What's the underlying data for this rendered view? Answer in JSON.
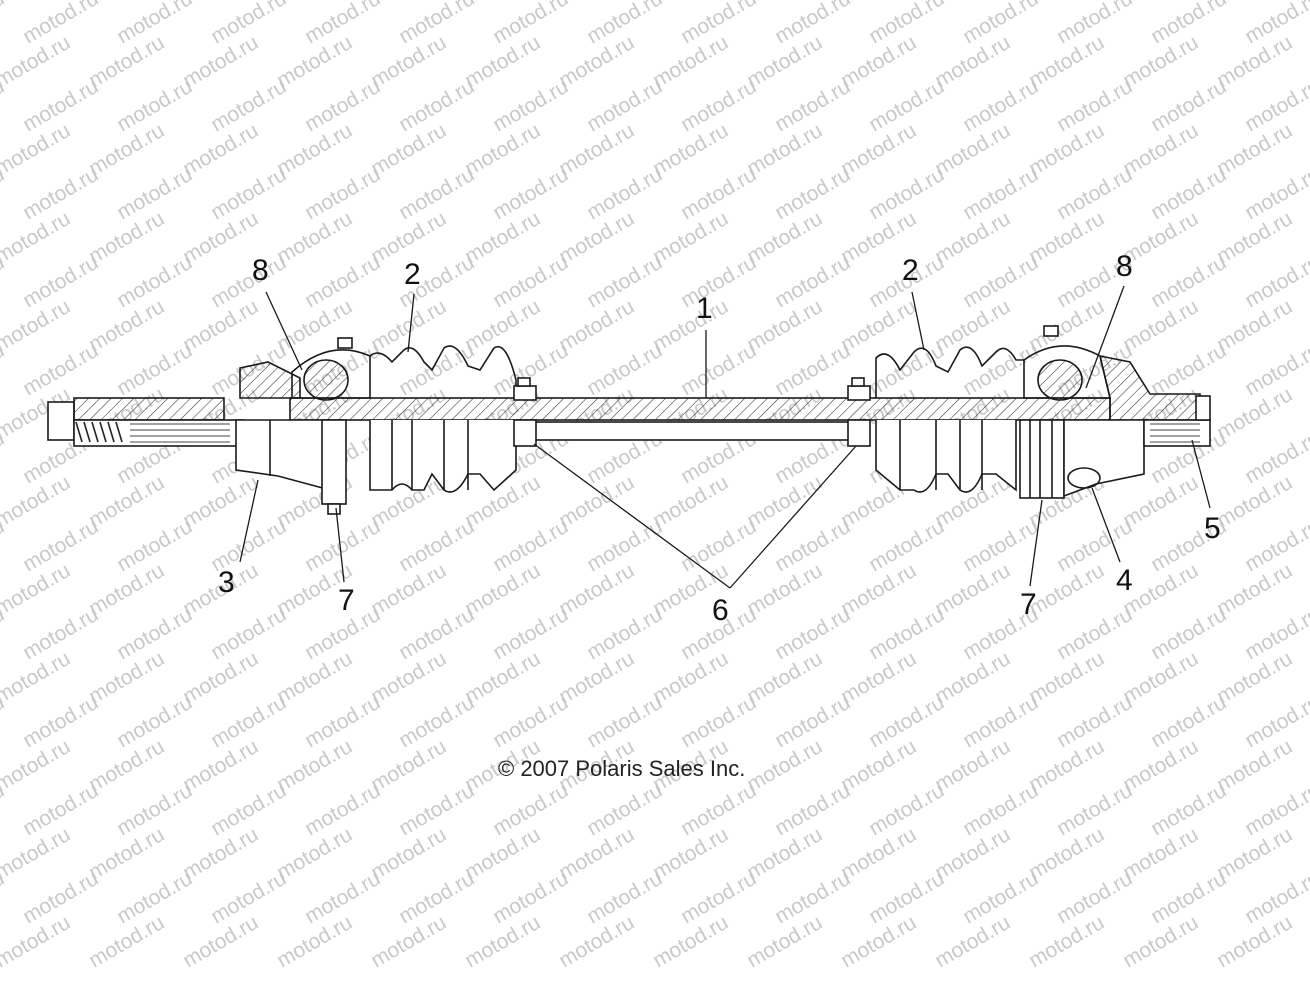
{
  "callouts": {
    "c1": "1",
    "c2_left": "2",
    "c2_right": "2",
    "c3": "3",
    "c4": "4",
    "c5": "5",
    "c6": "6",
    "c7_left": "7",
    "c7_right": "7",
    "c8_left": "8",
    "c8_right": "8"
  },
  "watermark": "motod.ru",
  "copyright": "© 2007 Polaris Sales Inc.",
  "colors": {
    "line": "#1a1a1a",
    "hatch": "#333333",
    "watermark": "#c9c9c9",
    "background": "#ffffff"
  }
}
